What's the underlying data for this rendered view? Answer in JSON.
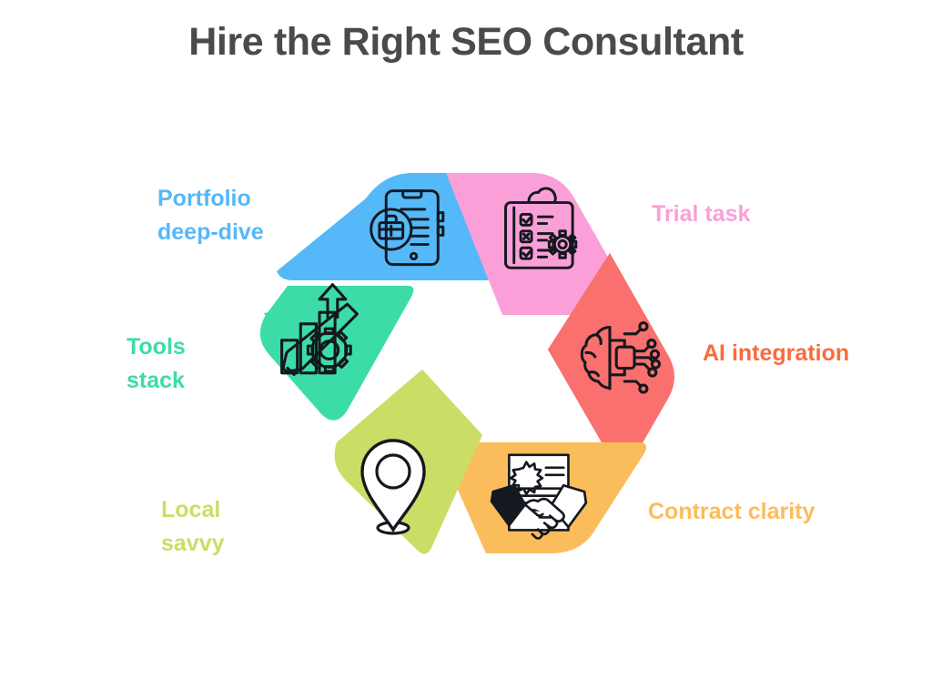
{
  "page": {
    "title": "Hire the Right SEO Consultant",
    "background_color": "#FFFFFF",
    "title_color": "#4A4A4A"
  },
  "diagram": {
    "type": "hexagonal-cycle",
    "segment_count": 6,
    "direction": "clockwise",
    "segments": [
      {
        "id": "portfolio",
        "label": "Portfolio\ndeep-dive",
        "color": "#55B8F8",
        "label_color": "#55B8F8",
        "position": "top-left",
        "icon": "document-briefcase-search-icon"
      },
      {
        "id": "trial-task",
        "label": "Trial task",
        "color": "#FB9FD9",
        "label_color": "#FB9FD9",
        "position": "top-right",
        "icon": "clipboard-checklist-gear-icon"
      },
      {
        "id": "ai-integration",
        "label": "AI integration",
        "color": "#F9706E",
        "label_color": "#FA6B3C",
        "position": "right",
        "icon": "brain-circuit-icon"
      },
      {
        "id": "contract-clarity",
        "label": "Contract clarity",
        "color": "#FBBC5C",
        "label_color": "#FBBC5C",
        "position": "bottom-right",
        "icon": "handshake-contract-icon"
      },
      {
        "id": "local-savvy",
        "label": "Local\nsavvy",
        "color": "#CADE66",
        "label_color": "#CADE66",
        "position": "bottom-left",
        "icon": "map-pin-icon"
      },
      {
        "id": "tools-stack",
        "label": "Tools\nstack",
        "color": "#3CDCA8",
        "label_color": "#3CDCA8",
        "position": "left",
        "icon": "chart-wrench-gear-icon"
      }
    ]
  }
}
